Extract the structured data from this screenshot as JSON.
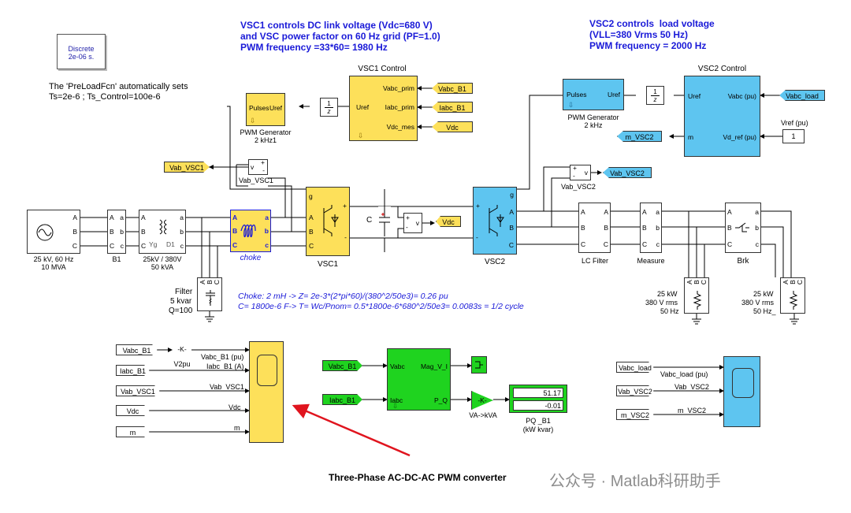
{
  "notes": {
    "vsc1_note": "VSC1 controls DC link voltage (Vdc=680 V)\nand VSC power factor on 60 Hz grid (PF=1.0)\nPWM frequency =33*60= 1980 Hz",
    "vsc2_note": "VSC2 controls  load voltage\n(VLL=380 Vrms 50 Hz)\nPWM frequency = 2000 Hz",
    "preload_line1": "The 'PreLoadFcn' automatically sets",
    "preload_line2": "Ts=2e-6 ;  Ts_Control=100e-6",
    "choke_eq": "Choke: 2 mH  -> Z= 2e-3*(2*pi*60)/(380^2/50e3)= 0.26 pu",
    "cap_eq": "C= 1800e-6  F-> T= Wc/Pnom= 0.5*1800e-6*680^2/50e3= 0.0083s = 1/2 cycle",
    "title": "Three-Phase AC-DC-AC  PWM converter",
    "watermark": "公众号 · Matlab科研助手"
  },
  "powergui": {
    "line1": "Discrete",
    "line2": "2e-06 s."
  },
  "pwm1": {
    "ports_in": "Uref",
    "ports_out": "Pulses",
    "name": "PWM Generator",
    "sub": "2 kHz1"
  },
  "pwm2": {
    "ports_in": "Uref",
    "ports_out": "Pulses",
    "name": "PWM Generator",
    "sub": "2 kHz"
  },
  "delay": {
    "num": "1",
    "den": "z"
  },
  "vsc1_control": {
    "title": "VSC1 Control",
    "in1": "Vabc_prim",
    "in2": "Iabc_prim",
    "in3": "Vdc_mes",
    "out": "Uref",
    "goto1": "Vabc_B1",
    "goto2": "Iabc_B1",
    "goto3": "Vdc"
  },
  "vsc2_control": {
    "title": "VSC2 Control",
    "uref": "Uref",
    "m": "m",
    "vabc": "Vabc (pu)",
    "vdref": "Vd_ref (pu)",
    "from_vabc": "Vabc_load",
    "goto_m": "m_VSC2",
    "vref_label": "Vref (pu)",
    "const": "1"
  },
  "vmeas1": {
    "name": "Vab_VSC1",
    "v": "v",
    "goto": "Vab_VSC1"
  },
  "vmeas2": {
    "name": "Vab_VSC2",
    "v": "v",
    "goto": "Vab_VSC2"
  },
  "vdc_meas": {
    "v": "v",
    "goto": "Vdc"
  },
  "source": {
    "line1": "25 kV, 60 Hz",
    "line2": "10 MVA"
  },
  "b1": {
    "name": "B1"
  },
  "transformer": {
    "line1": "25kV / 380V",
    "line2": "50 kVA",
    "yg": "Yg",
    "d1": "D1"
  },
  "choke": {
    "name": "choke"
  },
  "filter": {
    "line1": "Filter",
    "line2": "5 kvar",
    "line3": "Q=100"
  },
  "vsc1": {
    "name": "VSC1",
    "g": "g"
  },
  "vsc2": {
    "name": "VSC2",
    "g": "g"
  },
  "cap": {
    "name": "C"
  },
  "lc_filter": {
    "name": "LC Filter"
  },
  "measure": {
    "name": "Measure"
  },
  "brk": {
    "name": "Brk"
  },
  "load1": {
    "line1": "25 kW",
    "line2": "380 V rms",
    "line3": "50 Hz"
  },
  "load2": {
    "line1": "25 kW",
    "line2": "380 V rms",
    "line3": "50 Hz_"
  },
  "ports": {
    "A": "A",
    "B": "B",
    "C": "C",
    "a": "a",
    "b": "b",
    "c": "c",
    "plus": "+",
    "minus": "-"
  },
  "scope1": {
    "from1": "Vabc_B1",
    "from2": "Iabc_B1",
    "from3": "Vab_VSC1",
    "from4": "Vdc",
    "from5": "m",
    "gain": "-K-",
    "sig1": "Vabc_B1 (pu)",
    "v2pu": "V2pu",
    "sig2": "Iabc_B1 (A)",
    "sig3": "Vab_VSC1",
    "sig4": "Vdc",
    "sig5": "m"
  },
  "pq": {
    "from1": "Vabc_B1",
    "from2": "Iabc_B1",
    "in1": "Vabc",
    "in2": "Iabc",
    "out1": "Mag_V_I",
    "out2": "P_Q",
    "gain": "-K-",
    "gain_name": "VA->kVA",
    "display_name": "PQ _B1",
    "display_sub": "(kW kvar)",
    "p": "51.17",
    "q": "-0.01"
  },
  "scope2": {
    "from1": "Vabc_load",
    "from2": "Vab_VSC2",
    "from3": "m_VSC2",
    "sig1": "Vabc_load (pu)",
    "sig2": "Vab_VSC2",
    "sig3": "m_VSC2"
  },
  "colors": {
    "yellow": "#fde05a",
    "blue": "#5ec5f0",
    "green": "#1fd31f",
    "note": "#1a1ad8",
    "arrow": "#e0141e"
  }
}
